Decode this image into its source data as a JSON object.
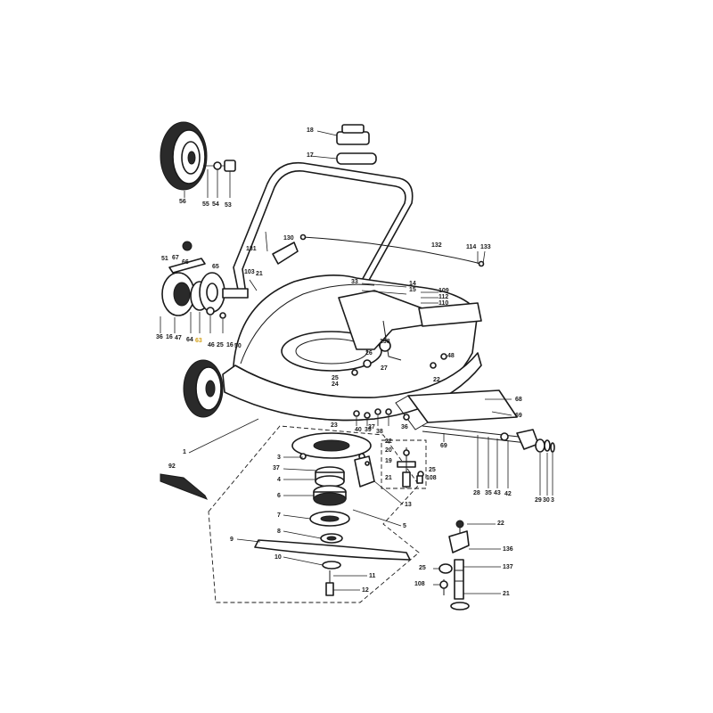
{
  "highlight_color": "#d4a017",
  "callouts": {
    "c18": "18",
    "c17": "17",
    "c56": "56",
    "c55": "55",
    "c54": "54",
    "c53": "53",
    "c130": "130",
    "c131": "131",
    "c132": "132",
    "c114": "114",
    "c133": "133",
    "c51": "51",
    "c67": "67",
    "c66": "66",
    "c65": "65",
    "c103": "103",
    "c21": "21",
    "c14": "14",
    "c15": "15",
    "c33": "33",
    "c109": "109",
    "c112": "112",
    "c110": "110",
    "c36a": "36",
    "c16": "16",
    "c47": "47",
    "c64": "64",
    "c63": "63",
    "c46": "46",
    "c25": "25",
    "c16b": "16",
    "c50": "50",
    "c138": "138",
    "c26": "26",
    "c27": "27",
    "c25b": "25",
    "c24": "24",
    "c48": "48",
    "c22": "22",
    "c68": "68",
    "c69": "69",
    "c23": "23",
    "c40": "40",
    "c39": "39",
    "c38": "38",
    "c37": "37",
    "c36b": "36",
    "c1": "1",
    "c92": "92",
    "c3": "3",
    "c37b": "37",
    "c4": "4",
    "c6": "6",
    "c7": "7",
    "c8": "8",
    "c9": "9",
    "c10": "10",
    "c13": "13",
    "c5": "5",
    "c11": "11",
    "c12": "12",
    "c22b": "22",
    "c20": "20",
    "c19": "19",
    "c25c": "25",
    "c21b": "21",
    "c108": "108",
    "c69b": "69",
    "c28": "28",
    "c35": "35",
    "c43": "43",
    "c42": "42",
    "c29": "29",
    "c30": "30",
    "c3b": "3",
    "c22c": "22",
    "c136": "136",
    "c25d": "25",
    "c137": "137",
    "c108b": "108",
    "c21c": "21"
  }
}
